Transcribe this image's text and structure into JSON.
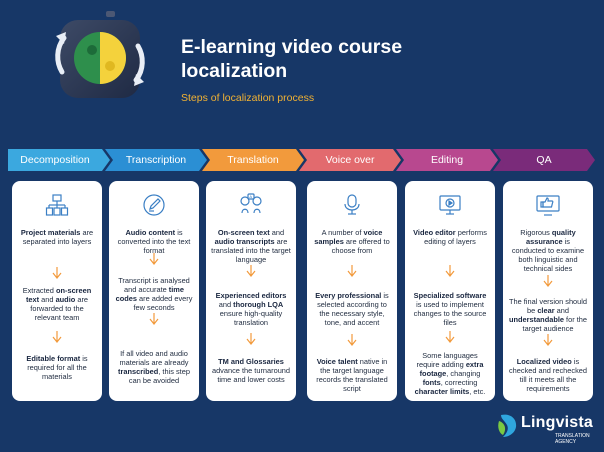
{
  "header": {
    "title": "E-learning video course localization",
    "subtitle": "Steps of localization process"
  },
  "colors": {
    "background": "#173767",
    "accent": "#f2b233",
    "steps": [
      "#3ba8df",
      "#2b8fd4",
      "#f29a3c",
      "#e26a6e",
      "#b8488f",
      "#7a2b7a"
    ]
  },
  "steps": [
    {
      "label": "Decomposition",
      "icon": "materials-icon",
      "blocks": [
        [
          {
            "b": true,
            "t": "Project materials"
          },
          {
            "b": false,
            "t": " are separated into layers"
          }
        ],
        [
          {
            "b": false,
            "t": "Extracted "
          },
          {
            "b": true,
            "t": "on-screen text"
          },
          {
            "b": false,
            "t": " and "
          },
          {
            "b": true,
            "t": "audio"
          },
          {
            "b": false,
            "t": " are forwarded to the relevant team"
          }
        ],
        [
          {
            "b": true,
            "t": "Editable format"
          },
          {
            "b": false,
            "t": " is required for all the materials"
          }
        ]
      ]
    },
    {
      "label": "Transcription",
      "icon": "pencil-icon",
      "blocks": [
        [
          {
            "b": true,
            "t": "Audio content"
          },
          {
            "b": false,
            "t": " is converted into the text format"
          }
        ],
        [
          {
            "b": false,
            "t": "Transcript is analysed and accurate "
          },
          {
            "b": true,
            "t": "time codes"
          },
          {
            "b": false,
            "t": " are added every few seconds"
          }
        ],
        [
          {
            "b": false,
            "t": "If all video and audio materials are already "
          },
          {
            "b": true,
            "t": "transcribed"
          },
          {
            "b": false,
            "t": ", this step can be avoided"
          }
        ]
      ]
    },
    {
      "label": "Translation",
      "icon": "translation-icon",
      "blocks": [
        [
          {
            "b": true,
            "t": "On-screen text"
          },
          {
            "b": false,
            "t": " and "
          },
          {
            "b": true,
            "t": "audio transcripts"
          },
          {
            "b": false,
            "t": " are translated into the target language"
          }
        ],
        [
          {
            "b": true,
            "t": "Experienced editors"
          },
          {
            "b": false,
            "t": " and "
          },
          {
            "b": true,
            "t": "thorough LQA"
          },
          {
            "b": false,
            "t": " ensure high-quality translation"
          }
        ],
        [
          {
            "b": true,
            "t": "TM and Glossaries"
          },
          {
            "b": false,
            "t": " advance the turnaround time and lower costs"
          }
        ]
      ]
    },
    {
      "label": "Voice over",
      "icon": "microphone-icon",
      "blocks": [
        [
          {
            "b": false,
            "t": "A number of "
          },
          {
            "b": true,
            "t": "voice samples"
          },
          {
            "b": false,
            "t": " are offered to choose from"
          }
        ],
        [
          {
            "b": true,
            "t": "Every professional"
          },
          {
            "b": false,
            "t": " is selected according to the necessary style, tone, and accent"
          }
        ],
        [
          {
            "b": true,
            "t": "Voice talent"
          },
          {
            "b": false,
            "t": " native in the target language records the translated script"
          }
        ]
      ]
    },
    {
      "label": "Editing",
      "icon": "video-editor-icon",
      "blocks": [
        [
          {
            "b": true,
            "t": "Video editor"
          },
          {
            "b": false,
            "t": " performs editing of layers"
          }
        ],
        [
          {
            "b": true,
            "t": "Specialized software"
          },
          {
            "b": false,
            "t": " is used to implement changes to the source files"
          }
        ],
        [
          {
            "b": false,
            "t": "Some languages require adding "
          },
          {
            "b": true,
            "t": "extra footage"
          },
          {
            "b": false,
            "t": ", changing "
          },
          {
            "b": true,
            "t": "fonts"
          },
          {
            "b": false,
            "t": ", correcting "
          },
          {
            "b": true,
            "t": "character limits"
          },
          {
            "b": false,
            "t": ", etc."
          }
        ]
      ]
    },
    {
      "label": "QA",
      "icon": "thumbs-up-icon",
      "blocks": [
        [
          {
            "b": false,
            "t": "Rigorous "
          },
          {
            "b": true,
            "t": "quality assurance"
          },
          {
            "b": false,
            "t": " is conducted to examine both linguistic and technical sides"
          }
        ],
        [
          {
            "b": false,
            "t": "The final version should be "
          },
          {
            "b": true,
            "t": "clear"
          },
          {
            "b": false,
            "t": " and "
          },
          {
            "b": true,
            "t": "understandable"
          },
          {
            "b": false,
            "t": " for the target audience"
          }
        ],
        [
          {
            "b": true,
            "t": "Localized video"
          },
          {
            "b": false,
            "t": " is checked and rechecked till it meets all the requirements"
          }
        ]
      ]
    }
  ],
  "logo": {
    "name": "Lingvista",
    "tagline_1": "TRANSLATION",
    "tagline_2": "AGENCY"
  }
}
